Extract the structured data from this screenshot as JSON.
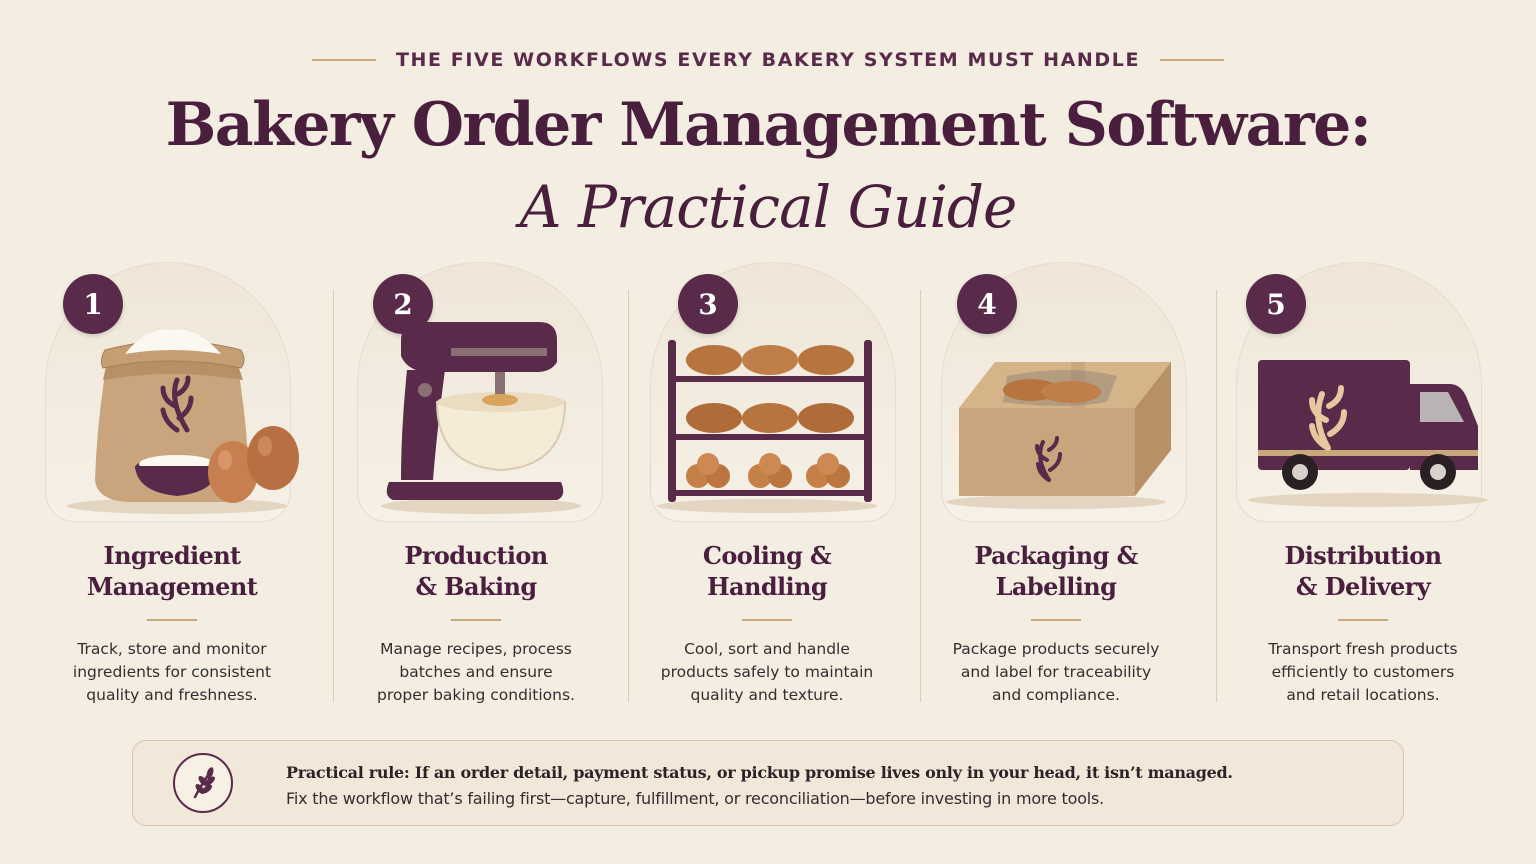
{
  "header": {
    "eyebrow": "THE FIVE WORKFLOWS EVERY BAKERY SYSTEM MUST HANDLE",
    "title": "Bakery Order Management Software:",
    "subtitle": "A Practical Guide"
  },
  "colors": {
    "plum": "#5a2a4a",
    "deep_plum": "#4a1f3e",
    "gold": "#c9a97c",
    "background": "#f4ede2",
    "kraft": "#c9a47c"
  },
  "workflows": [
    {
      "number": "1",
      "title_line1": "Ingredient",
      "title_line2": "Management",
      "description_lines": [
        "Track, store and monitor",
        "ingredients for consistent",
        "quality and freshness."
      ],
      "icon": "flour-sack-eggs-icon"
    },
    {
      "number": "2",
      "title_line1": "Production",
      "title_line2": "& Baking",
      "description_lines": [
        "Manage recipes, process",
        "batches and ensure",
        "proper baking conditions."
      ],
      "icon": "stand-mixer-icon"
    },
    {
      "number": "3",
      "title_line1": "Cooling &",
      "title_line2": "Handling",
      "description_lines": [
        "Cool, sort and handle",
        "products safely to maintain",
        "quality and texture."
      ],
      "icon": "cooling-rack-icon"
    },
    {
      "number": "4",
      "title_line1": "Packaging &",
      "title_line2": "Labelling",
      "description_lines": [
        "Package products securely",
        "and label for traceability",
        "and compliance."
      ],
      "icon": "bread-box-icon"
    },
    {
      "number": "5",
      "title_line1": "Distribution",
      "title_line2": "& Delivery",
      "description_lines": [
        "Transport fresh products",
        "efficiently to customers",
        "and retail locations."
      ],
      "icon": "delivery-truck-icon"
    }
  ],
  "practical_rule": {
    "icon": "wheat-icon",
    "strong": "Practical rule: If an order detail, payment status, or pickup promise lives only in your head, it isn’t managed.",
    "text": "Fix the workflow that’s failing first—capture, fulfillment, or reconciliation—before investing in more tools."
  }
}
